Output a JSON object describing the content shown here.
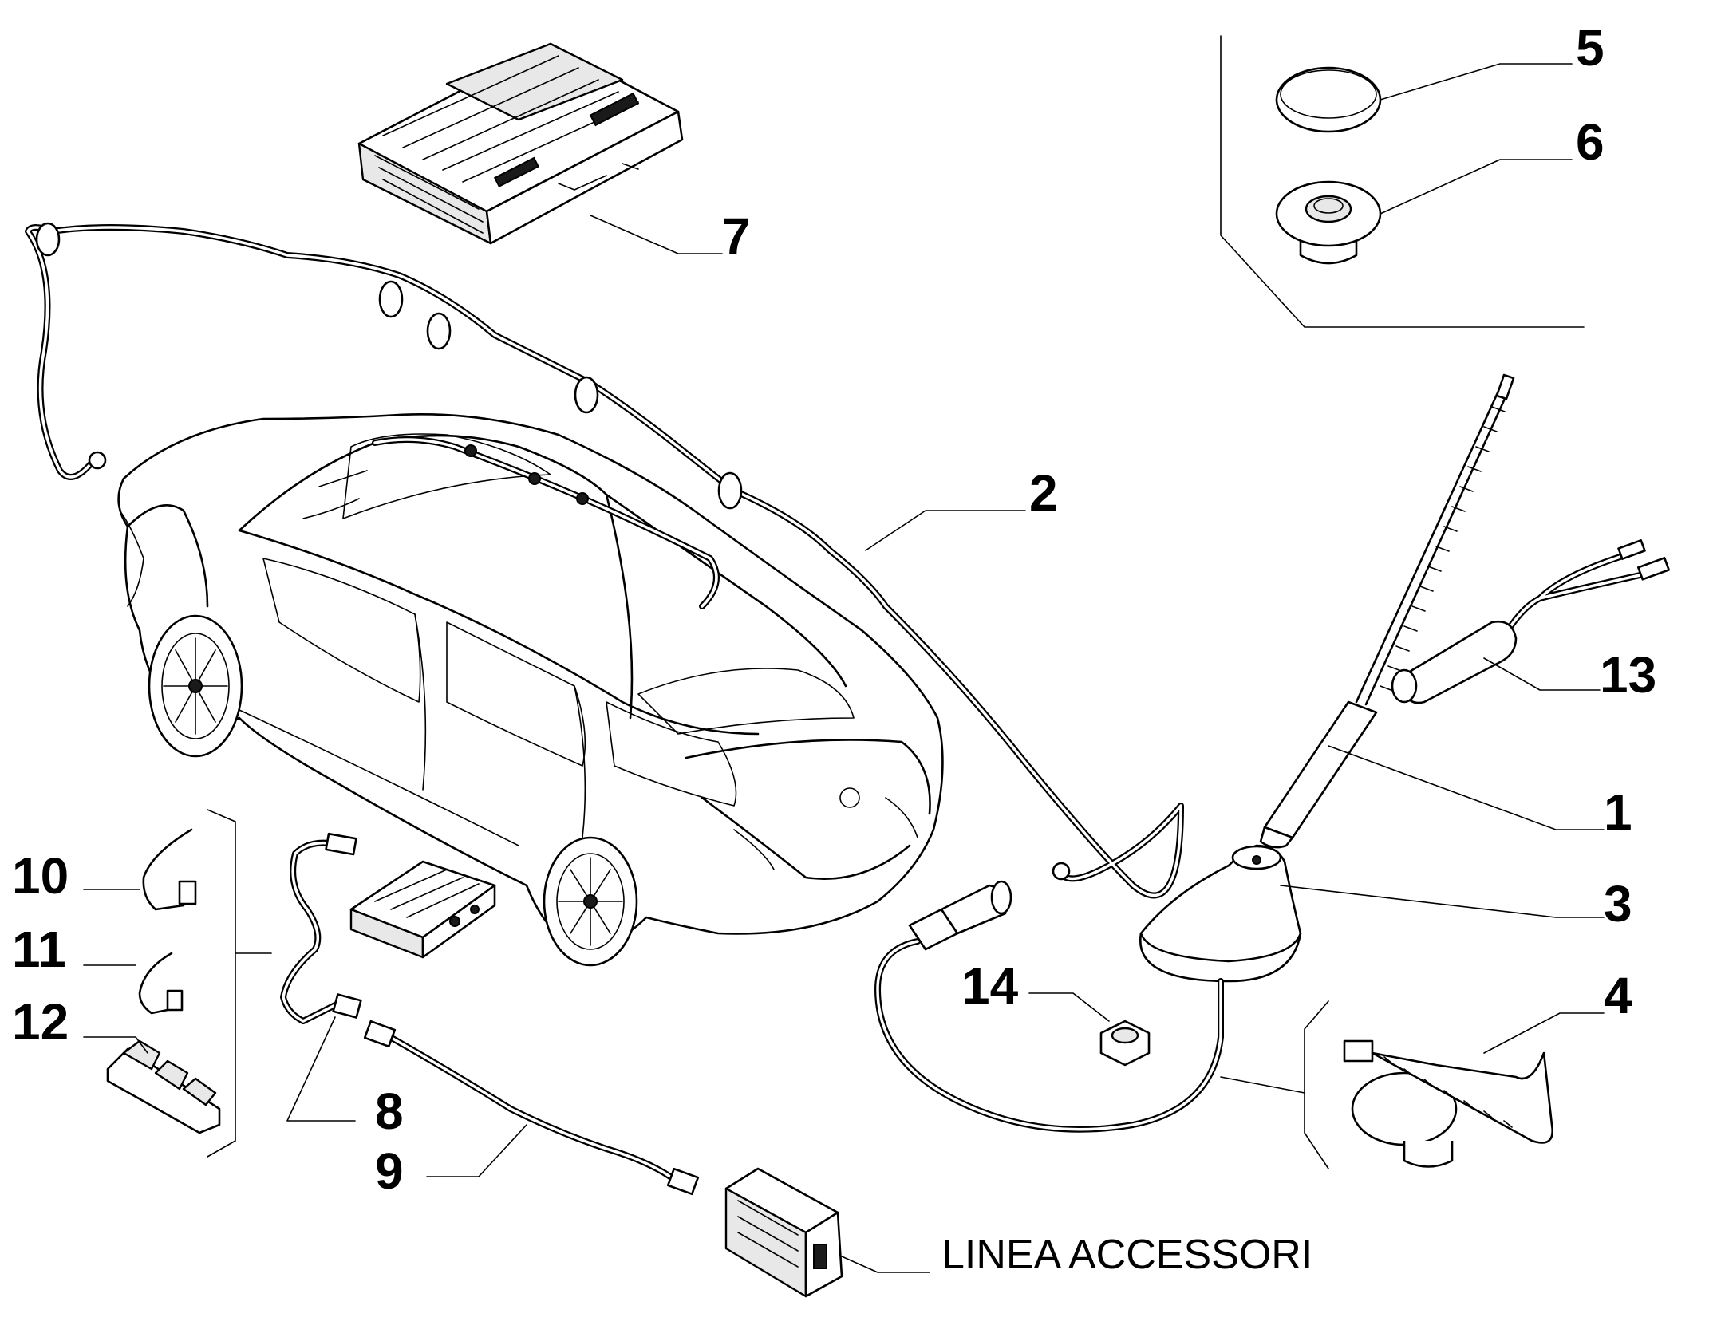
{
  "callouts": {
    "c1": "1",
    "c2": "2",
    "c3": "3",
    "c4": "4",
    "c5": "5",
    "c6": "6",
    "c7": "7",
    "c8": "8",
    "c9": "9",
    "c10": "10",
    "c11": "11",
    "c12": "12",
    "c13": "13",
    "c14": "14",
    "accessory_line": "LINEA ACCESSORI"
  }
}
